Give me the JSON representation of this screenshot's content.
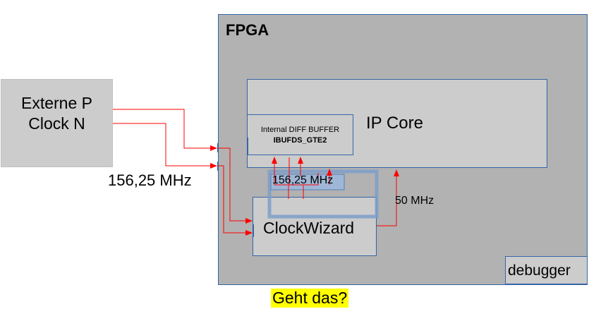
{
  "fpga": {
    "title": "FPGA"
  },
  "external_clock": {
    "line1": "Externe P",
    "line2": "Clock N"
  },
  "ip_core": {
    "label": "IP Core"
  },
  "diff_buffer": {
    "line1": "Internal DIFF BUFFER",
    "line2": "IBUFDS_GTE2"
  },
  "clock_wizard": {
    "label": "ClockWizard"
  },
  "debugger": {
    "label": "debugger"
  },
  "labels": {
    "external_freq": "156,25 MHz",
    "internal_freq": "156,25 MHz",
    "clk_50": "50 MHz",
    "question": "Geht das?"
  },
  "colors": {
    "fpga_fill": "#b2b2b2",
    "block_fill": "#cccccc",
    "block_border": "#3465a4",
    "signal": "#ff0000",
    "highlight": "#ffff00",
    "selection_frame": "#7d9ec9"
  }
}
